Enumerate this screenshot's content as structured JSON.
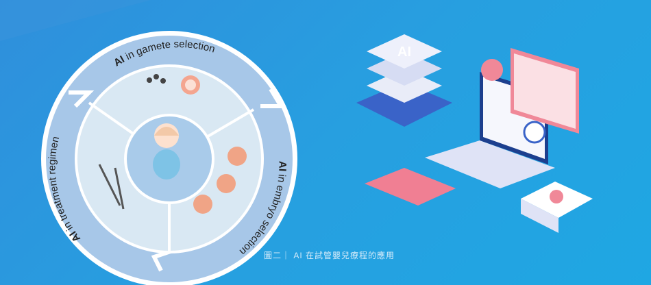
{
  "diagram": {
    "segments": [
      {
        "bold": "AI",
        "label": " in gamete selection"
      },
      {
        "bold": "AI",
        "label": " in embryo selection"
      },
      {
        "bold": "AI",
        "label": " in treatment regimen"
      }
    ],
    "server_label": "AI",
    "caption": "圖二｜ AI 在試管嬰兒療程的應用"
  }
}
